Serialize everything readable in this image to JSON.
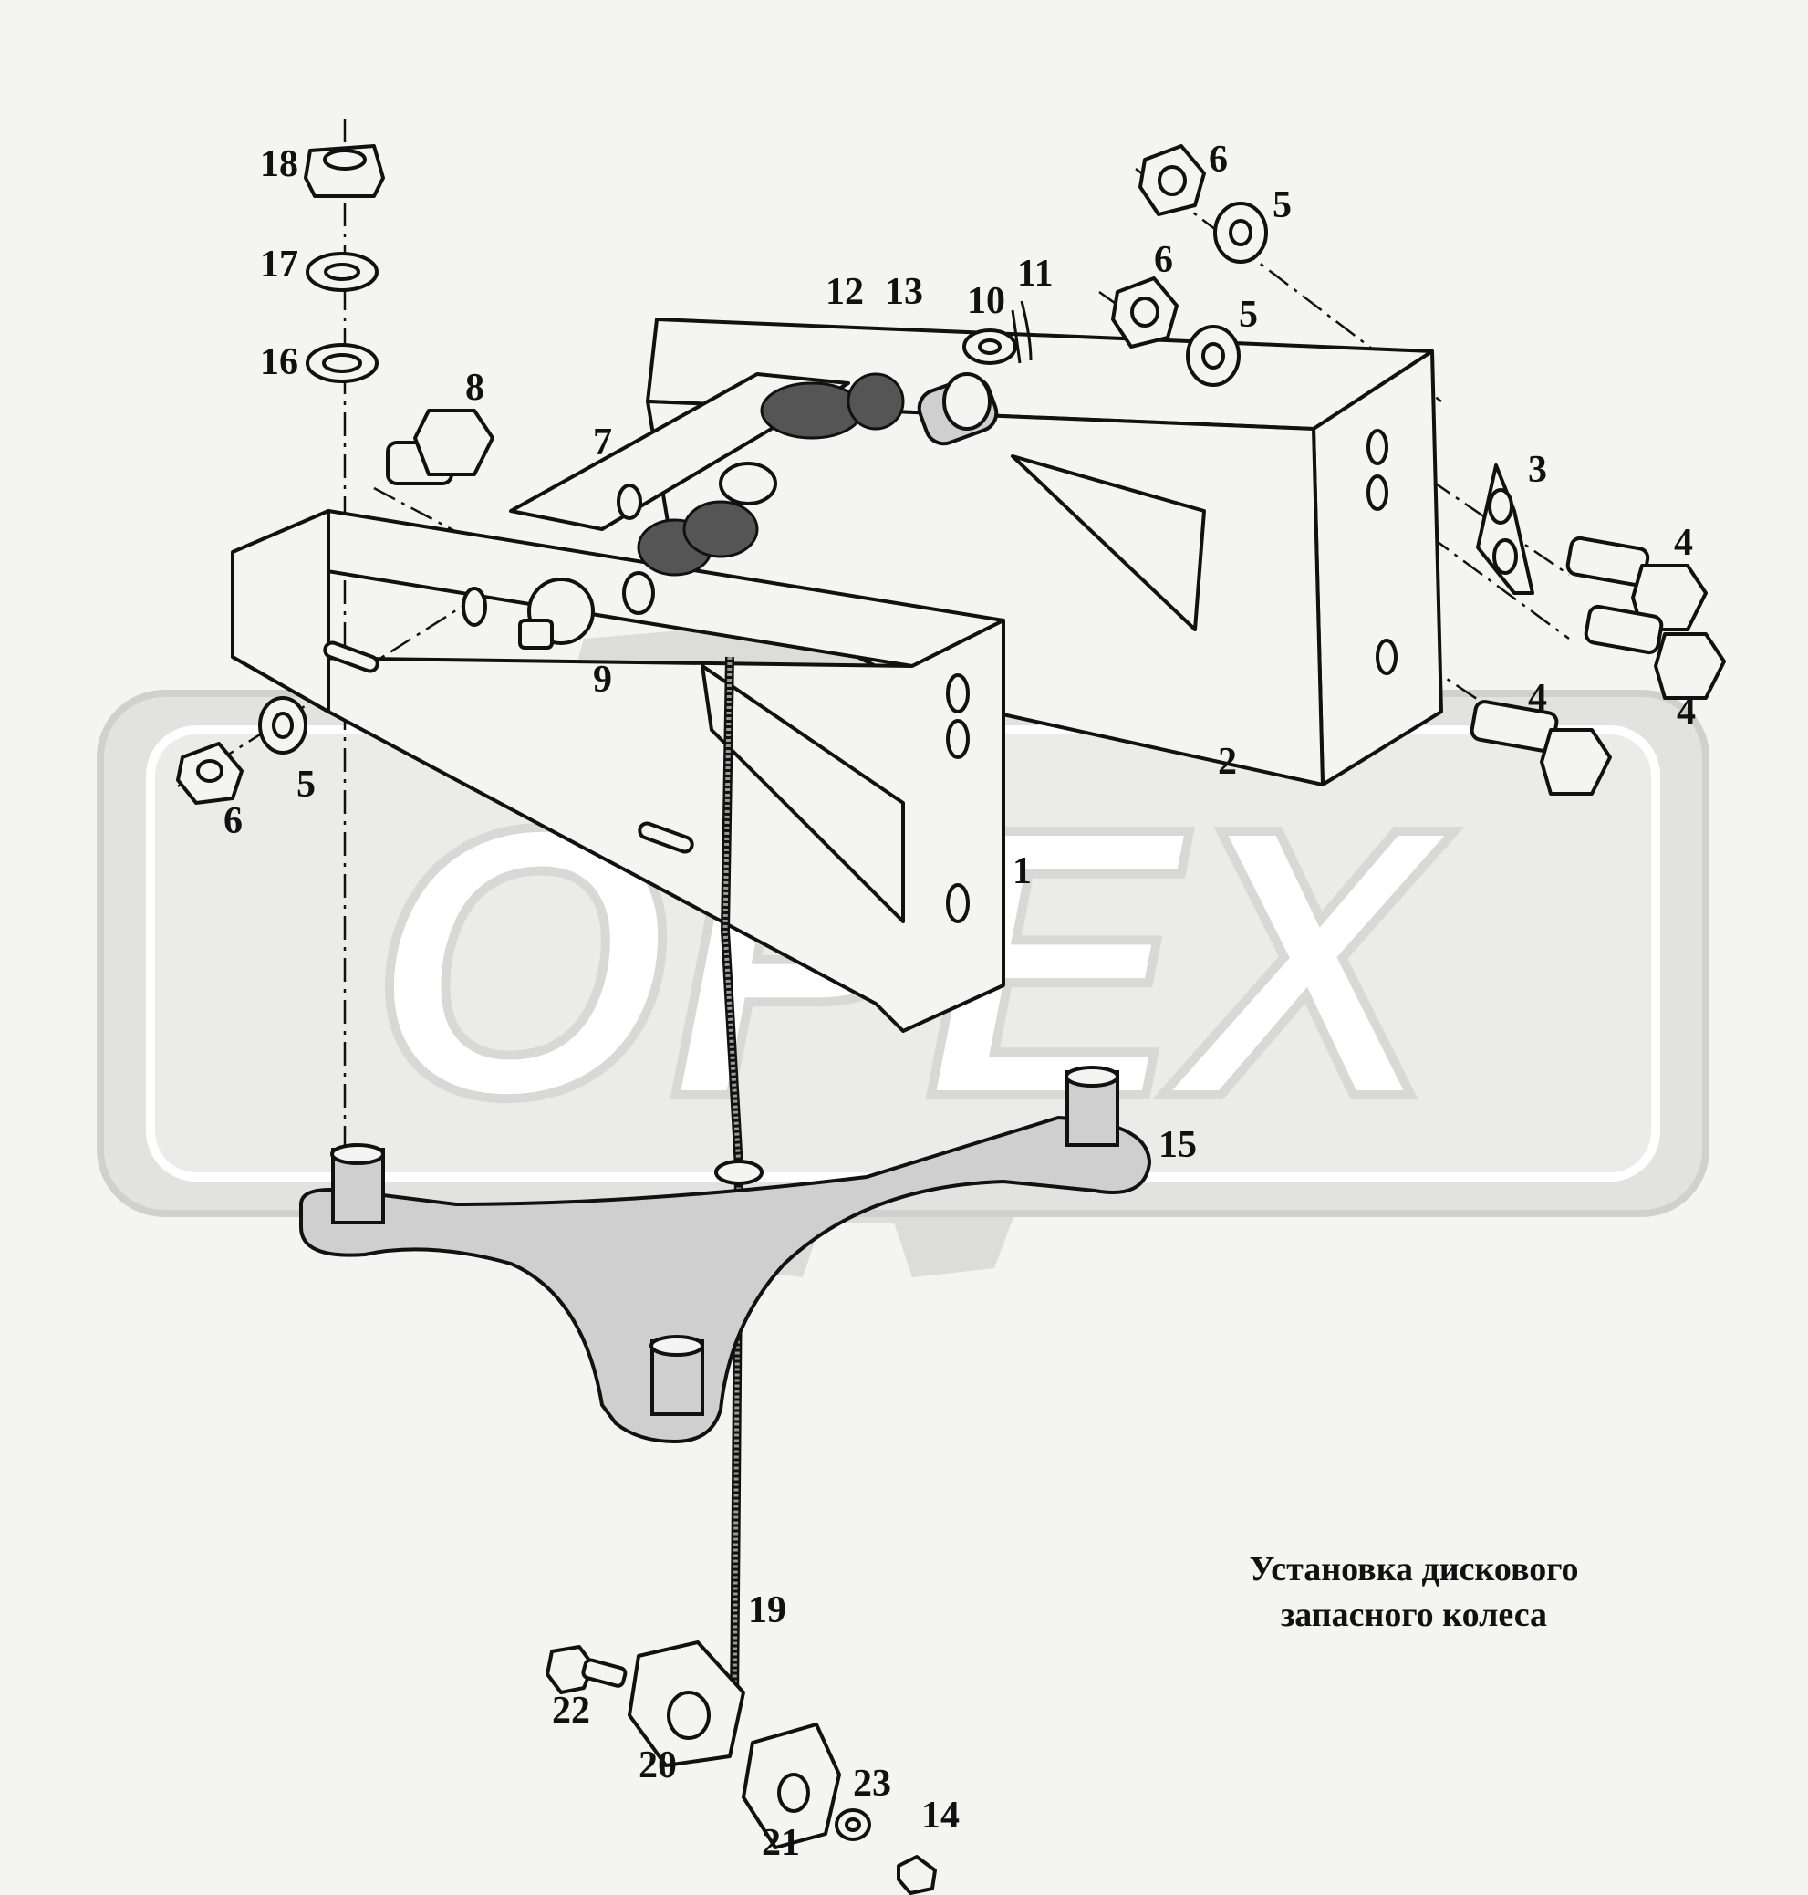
{
  "watermark": {
    "text": "OPEX",
    "color": "#d8d8d6"
  },
  "caption": {
    "line1": "Установка дискового",
    "line2": "запасного колеса"
  },
  "callouts": [
    {
      "id": "c18",
      "label": "18"
    },
    {
      "id": "c17",
      "label": "17"
    },
    {
      "id": "c16",
      "label": "16"
    },
    {
      "id": "c8",
      "label": "8"
    },
    {
      "id": "c7",
      "label": "7"
    },
    {
      "id": "c12",
      "label": "12"
    },
    {
      "id": "c13",
      "label": "13"
    },
    {
      "id": "c10",
      "label": "10"
    },
    {
      "id": "c11",
      "label": "11"
    },
    {
      "id": "c6a",
      "label": "6"
    },
    {
      "id": "c5a",
      "label": "5"
    },
    {
      "id": "c6b",
      "label": "6"
    },
    {
      "id": "c5b",
      "label": "5"
    },
    {
      "id": "c3",
      "label": "3"
    },
    {
      "id": "c4a",
      "label": "4"
    },
    {
      "id": "c4b",
      "label": "4"
    },
    {
      "id": "c4c",
      "label": "4"
    },
    {
      "id": "c2",
      "label": "2"
    },
    {
      "id": "c9",
      "label": "9"
    },
    {
      "id": "c5c",
      "label": "5"
    },
    {
      "id": "c6c",
      "label": "6"
    },
    {
      "id": "c1",
      "label": "1"
    },
    {
      "id": "c15",
      "label": "15"
    },
    {
      "id": "c19",
      "label": "19"
    },
    {
      "id": "c22",
      "label": "22"
    },
    {
      "id": "c20",
      "label": "20"
    },
    {
      "id": "c23",
      "label": "23"
    },
    {
      "id": "c14",
      "label": "14"
    },
    {
      "id": "c21",
      "label": "21"
    }
  ]
}
